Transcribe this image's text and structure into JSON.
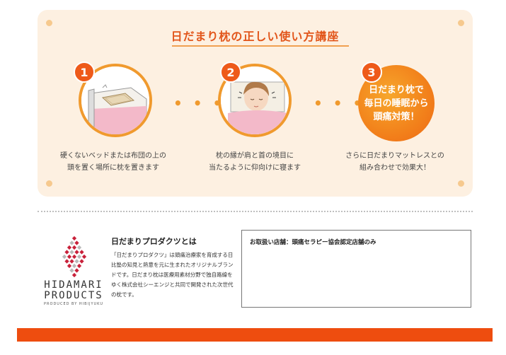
{
  "guide": {
    "title": "日だまり枕の正しい使い方講座",
    "steps": [
      {
        "number": "1",
        "caption": "硬くないベッドまたは布団の上の\n頭を置く場所に枕を置きます"
      },
      {
        "number": "2",
        "caption": "枕の縁が肩と首の境目に\n当たるように仰向けに寝ます"
      },
      {
        "number": "3",
        "caption": "さらに日だまりマットレスとの\n組み合わせで効果大！",
        "circle_text": "日だまり枕で\n毎日の睡眠から\n頭痛対策！"
      }
    ],
    "ellipsis": "• • •"
  },
  "about": {
    "logo_line1": "HIDAMARI",
    "logo_line2": "PRODUCTS",
    "logo_line3": "PRODUCED BY HIBIJYUKU",
    "title": "日だまりプロダクツとは",
    "body": "「日だまりプロダクツ」は頭痛治療家を育成する日比塾の知見と熱意を元に生まれたオリジナルブランドです。日だまり枕は医療用素材分野で独自路線をゆく株式会社シーエンジと共同で開発された次世代の枕です。"
  },
  "store": {
    "text": "お取扱い店舗：頭痛セラピー協会認定店舗のみ"
  },
  "colors": {
    "accent": "#ee5a1a",
    "panel_bg": "#fdf0e1",
    "circle_border": "#f09a2e",
    "bottom_bar": "#ee4d0f"
  }
}
